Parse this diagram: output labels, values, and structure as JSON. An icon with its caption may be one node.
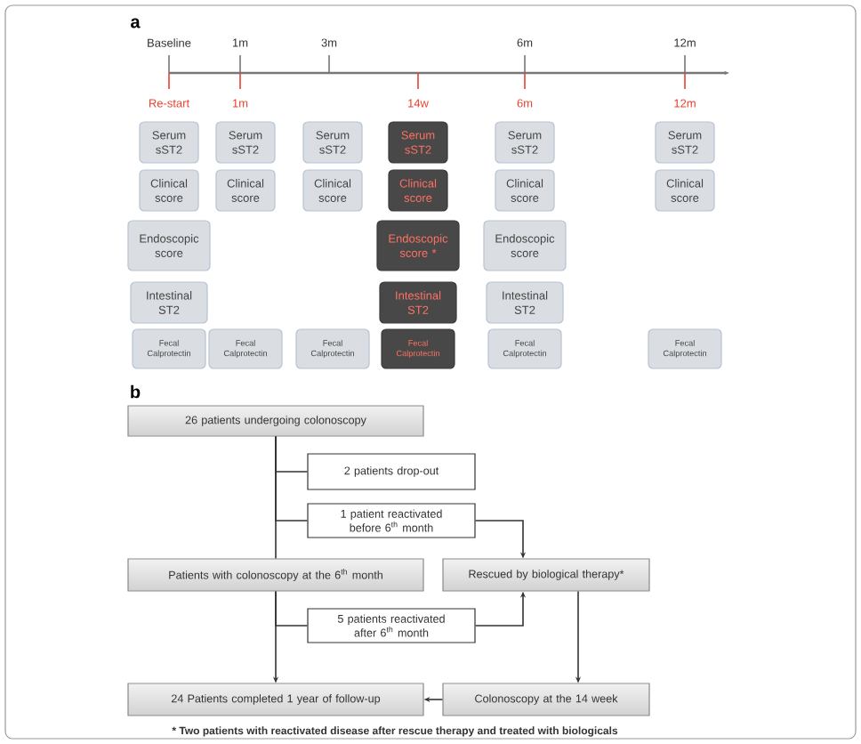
{
  "diagram": {
    "nodes": [
      {
        "text": [
          "Serum sST2"
        ]
      },
      {
        "text": [
          "Serum sST2"
        ]
      },
      {
        "text": [
          "Serum sST2"
        ]
      },
      {
        "text": [
          "Serum sST2"
        ]
      },
      {
        "text": [
          "Serum sST2"
        ]
      },
      {
        "text": [
          "Serum sST2"
        ]
      },
      {
        "text": [
          "Clinical score"
        ]
      },
      {
        "text": [
          "Clinical score"
        ]
      },
      {
        "text": [
          "Clinical score"
        ]
      },
      {
        "text": [
          "Clinical score"
        ]
      },
      {
        "text": [
          "Clinical score"
        ]
      },
      {
        "text": [
          "Clinical score"
        ]
      },
      {
        "text": [
          "Endoscopic score"
        ]
      },
      {
        "text": [
          "Endoscopic score *"
        ]
      },
      {
        "text": [
          "Endoscopic score"
        ]
      },
      {
        "text": [
          "Intestinal ST2"
        ]
      },
      {
        "text": [
          "Intestinal ST2"
        ]
      },
      {
        "text": [
          "Intestinal ST2"
        ]
      },
      {
        "text": [
          "Fecal Calprotectin"
        ]
      },
      {
        "text": [
          "Fecal Calprotectin"
        ]
      },
      {
        "text": [
          "Fecal Calprotectin"
        ]
      },
      {
        "text": [
          "Fecal Calprotectin"
        ]
      },
      {
        "text": [
          "Fecal Calprotectin"
        ]
      },
      {
        "text": [
          "Fecal Calprotectin"
        ]
      },
      {
        "text": [
          "26 patients undergoing colonoscopy"
        ]
      },
      {
        "text": [
          "2 patients drop-out"
        ]
      },
      {
        "text": [
          "1 patient reactivated before 6$^{th}$ month"
        ]
      },
      {
        "text": [
          "Patients with colonoscopy at the 6$^{th}$ month"
        ]
      },
      {
        "text": [
          "Rescued by biological therapy*"
        ]
      },
      {
        "text": [
          "5 patients reactivated after 6$^{th}$ month"
        ]
      },
      {
        "text": [
          "24 Patients completed 1 year of follow-up"
        ]
      },
      {
        "text": [
          "Colonoscopy at the 14 week"
        ]
      }
    ],
    "edges": [
      {
        "from": 24,
        "to": 25,
        "arrow": "none"
      },
      {
        "from": 24,
        "to": 26,
        "arrow": "none"
      },
      {
        "from": 24,
        "to": 27,
        "arrow": "none"
      },
      {
        "from": 26,
        "to": 28,
        "arrow": "to"
      },
      {
        "from": 27,
        "to": 29,
        "arrow": "none"
      },
      {
        "from": 27,
        "to": 30,
        "arrow": "to"
      },
      {
        "from": 29,
        "to": 28,
        "arrow": "to"
      },
      {
        "from": 28,
        "to": 31,
        "arrow": "to"
      },
      {
        "from": 31,
        "to": 30,
        "arrow": "to"
      }
    ],
    "labels": [
      "a",
      "Baseline",
      "1m",
      "3m",
      "6m",
      "12m",
      "Re-start",
      "1m",
      "14w",
      "6m",
      "12m",
      "b",
      "* Two patients with reactivated disease after rescue therapy and treated with biologicals"
    ]
  }
}
